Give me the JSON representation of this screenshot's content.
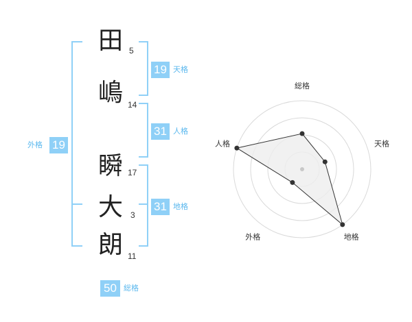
{
  "name_chars": [
    {
      "char": "田",
      "strokes": "5"
    },
    {
      "char": "嶋",
      "strokes": "14"
    },
    {
      "char": "瞬",
      "strokes": "17"
    },
    {
      "char": "大",
      "strokes": "3"
    },
    {
      "char": "朗",
      "strokes": "11"
    }
  ],
  "fortunes": {
    "tenkaku": {
      "value": "19",
      "label": "天格"
    },
    "jinkaku": {
      "value": "31",
      "label": "人格"
    },
    "chikaku": {
      "value": "31",
      "label": "地格"
    },
    "gaikaku": {
      "value": "19",
      "label": "外格"
    },
    "soukaku": {
      "value": "50",
      "label": "総格"
    }
  },
  "colors": {
    "accent": "#8fd0f7",
    "accent_text": "#5bb8ee",
    "radar_fill": "#eeeeee",
    "ring": "#d9d9d9"
  },
  "chart_data": {
    "type": "radar",
    "axes": [
      "総格",
      "天格",
      "地格",
      "外格",
      "人格"
    ],
    "rings": 4,
    "values": [
      0.52,
      0.35,
      1.0,
      0.24,
      1.0
    ]
  }
}
